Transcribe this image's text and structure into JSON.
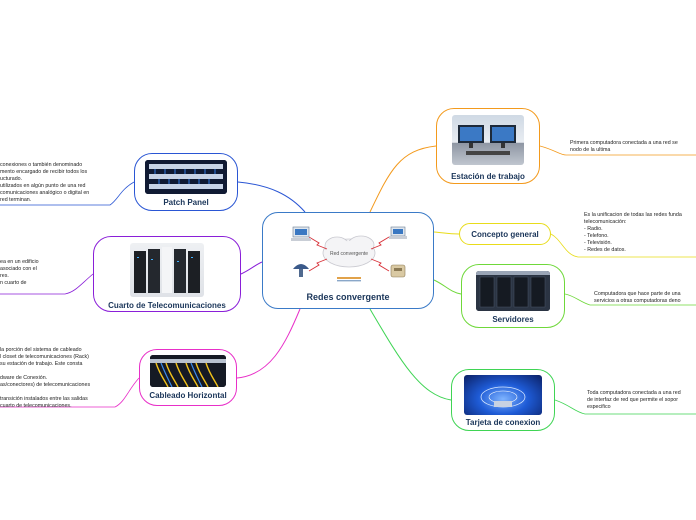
{
  "central": {
    "title": "Redes convergente",
    "cloud_label": "Red convergente"
  },
  "nodes": {
    "estacion": {
      "title": "Estación de trabajo",
      "desc": "Primera computadora conectada a una red se\nnodo de la ultima"
    },
    "concepto": {
      "title": "Concepto general",
      "desc": "Es la unificacion de todas las redes funda\ntelecomunicación:\n- Radio.\n- Telefono.\n- Televisión.\n- Redes de datos."
    },
    "servidores": {
      "title": "Servidores",
      "desc": "Computadora que hace parte de una\nservicios a otras computadoras deno"
    },
    "tarjeta": {
      "title": "Tarjeta de conexion",
      "desc": "Toda computadora conectada a una red\nde interfaz de red que permite el sopor\nespecifico"
    },
    "patch": {
      "title": "Patch Panel",
      "desc": "conexiones o también denominado\nmento encargado de recibir todos los\nucturado.\nutilizados en algún punto de una red\ncomunicaciones analógico o digital en\nred terminan."
    },
    "cuarto": {
      "title": "Cuarto de Telecomunicaciones",
      "desc": "ea en un edificio\nasociado con el\nres.\nn cuarto de"
    },
    "cableado": {
      "title": "Cableado Horizontal",
      "desc": "la porción del sistema de cableado\nl closet de telecomunicaciones (Rack)\nsu estación de trabajo. Este consta\n\ndware de Conexión.\nas/conectores) de telecomunicaciones\n\ntransición instalados entre las salidas\ncuarto de telecomunicaciones."
    }
  },
  "colors": {
    "central": "#3a7ac7",
    "estacion": "#f39a1d",
    "concepto": "#e8dc1a",
    "servidores": "#6fd83a",
    "tarjeta": "#3fd454",
    "patch": "#2a56d4",
    "cuarto": "#8a1fd8",
    "cableado": "#e82fc8"
  }
}
